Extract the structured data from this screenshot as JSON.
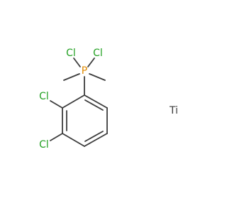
{
  "molecule": {
    "atoms": {
      "cl_top_left": {
        "label": "Cl",
        "color": "#22a022"
      },
      "cl_top_right": {
        "label": "Cl",
        "color": "#22a022"
      },
      "phosphorus": {
        "label": "P",
        "color": "#e08a00"
      },
      "cl_ring_upper": {
        "label": "Cl",
        "color": "#22a022"
      },
      "cl_ring_lower": {
        "label": "Cl",
        "color": "#22a022"
      },
      "titanium": {
        "label": "Ti",
        "color": "#3c3c3c"
      }
    },
    "bond_color": "#3c3c3c"
  }
}
